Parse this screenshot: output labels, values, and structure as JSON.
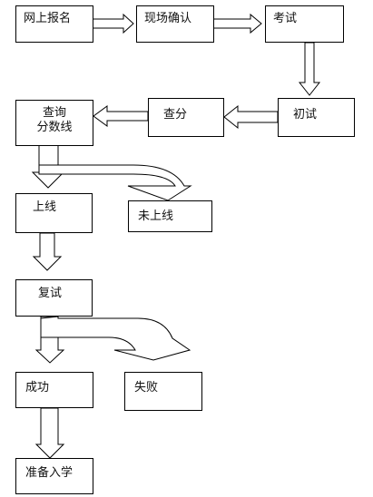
{
  "nodes": {
    "register": "网上报名",
    "confirm": "现场确认",
    "exam": "考试",
    "prelim": "初试",
    "check_score": "查分",
    "query_line1": "查询",
    "query_line2": "分数线",
    "pass_line": "上线",
    "not_pass_line": "未上线",
    "retest": "复试",
    "success": "成功",
    "fail": "失败",
    "enroll": "准备入学"
  }
}
